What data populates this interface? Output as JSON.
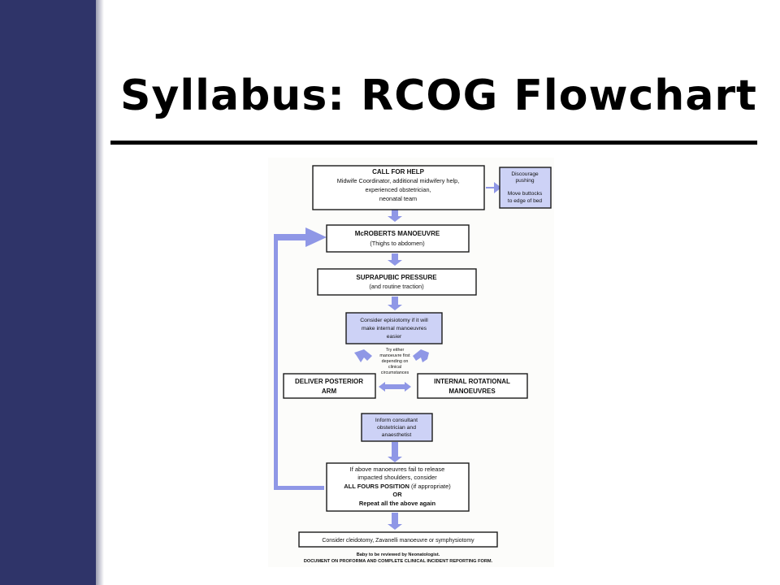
{
  "slide": {
    "title": "Syllabus: RCOG Flowchart"
  },
  "flowchart": {
    "call_for_help": {
      "title": "CALL FOR HELP",
      "lines": [
        "Midwife Coordinator, additional midwifery help,",
        "experienced obstetrician,",
        "neonatal team"
      ]
    },
    "side_box": {
      "line1": "Discourage",
      "line2": "pushing",
      "line3": "Move buttocks",
      "line4": "to edge of bed"
    },
    "mcroberts": {
      "title": "McROBERTS MANOEUVRE",
      "sub": "(Thighs to abdomen)"
    },
    "suprapubic": {
      "title": "SUPRAPUBIC PRESSURE",
      "sub": "(and routine traction)"
    },
    "episiotomy": {
      "lines": [
        "Consider episiotomy if it will",
        "make internal manoeuvres",
        "easier"
      ]
    },
    "choice_note": {
      "lines": [
        "Try either",
        "manoeuvre first",
        "depending on",
        "clinical",
        "circumstances"
      ]
    },
    "posterior_arm": {
      "line1": "DELIVER POSTERIOR",
      "line2": "ARM"
    },
    "internal_rotational": {
      "line1": "INTERNAL ROTATIONAL",
      "line2": "MANOEUVRES"
    },
    "inform_consultant": {
      "lines": [
        "Inform consultant",
        "obstetrician and",
        "anaesthetist"
      ]
    },
    "all_fours": {
      "lines": [
        "If above manoeuvres fail to release",
        "impacted shoulders, consider"
      ],
      "bold1": "ALL FOURS POSITION",
      "paren": "(if appropriate)",
      "or": "OR",
      "repeat": "Repeat all the above again"
    },
    "final": {
      "text": "Consider cleidotomy, Zavanelli manoeuvre or symphysiotomy"
    },
    "footer": {
      "line1": "Baby to be reviewed by Neonatologist.",
      "line2": "DOCUMENT ON PROFORMA AND COMPLETE CLINICAL INCIDENT REPORTING FORM."
    },
    "colors": {
      "arrow": "#8f97e6",
      "box_fill": "#cdd2f6",
      "box_border": "#1a1a1a"
    }
  }
}
